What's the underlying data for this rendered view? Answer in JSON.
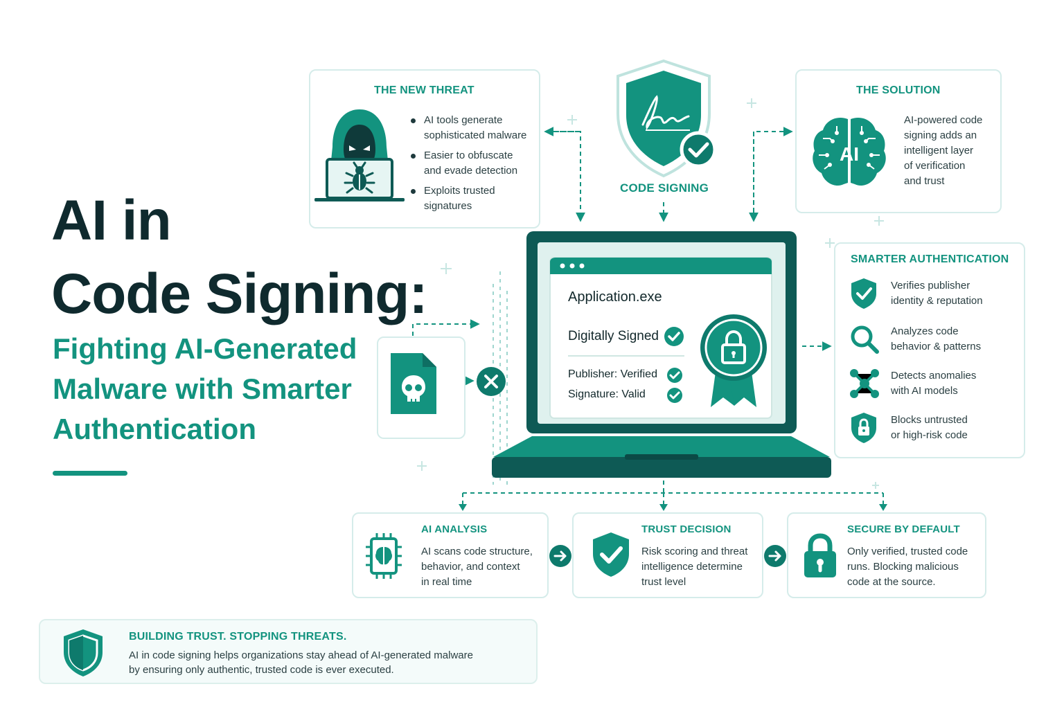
{
  "hero": {
    "title_line1": "AI in",
    "title_line2": "Code Signing:",
    "subtitle_line1": "Fighting AI-Generated",
    "subtitle_line2": "Malware with Smarter",
    "subtitle_line3": "Authentication"
  },
  "threat": {
    "title": "THE NEW THREAT",
    "bullets": [
      [
        "AI tools generate",
        "sophisticated malware"
      ],
      [
        "Easier to obfuscate",
        "and evade detection"
      ],
      [
        "Exploits trusted",
        "signatures"
      ]
    ]
  },
  "code_signing": {
    "label": "CODE SIGNING"
  },
  "solution": {
    "title": "THE SOLUTION",
    "brain_label": "AI",
    "lines": [
      "AI-powered code",
      "signing adds an",
      "intelligent layer",
      "of verification",
      "and trust"
    ]
  },
  "laptop": {
    "filename": "Application.exe",
    "signed": "Digitally Signed",
    "publisher": "Publisher: Verified",
    "signature": "Signature: Valid"
  },
  "smarter_auth": {
    "title": "SMARTER AUTHENTICATION",
    "items": [
      {
        "icon": "shield-check-icon",
        "lines": [
          "Verifies publisher",
          "identity & reputation"
        ]
      },
      {
        "icon": "magnifier-icon",
        "lines": [
          "Analyzes code",
          "behavior & patterns"
        ]
      },
      {
        "icon": "network-nodes-icon",
        "lines": [
          "Detects anomalies",
          "with AI models"
        ]
      },
      {
        "icon": "shield-lock-icon",
        "lines": [
          "Blocks untrusted",
          "or high-risk code"
        ]
      }
    ]
  },
  "steps": [
    {
      "title": "AI ANALYSIS",
      "icon": "ai-chip-icon",
      "lines": [
        "AI scans code structure,",
        "behavior, and context",
        "in real time"
      ]
    },
    {
      "title": "TRUST DECISION",
      "icon": "shield-check-icon",
      "lines": [
        "Risk scoring and threat",
        "intelligence determine",
        "trust level"
      ]
    },
    {
      "title": "SECURE BY DEFAULT",
      "icon": "padlock-icon",
      "lines": [
        "Only verified, trusted code",
        "runs. Blocking malicious",
        "code at the source."
      ]
    }
  ],
  "banner": {
    "title": "BUILDING TRUST. STOPPING THREATS.",
    "line1": "AI in code signing helps organizations stay ahead of AI-generated malware",
    "line2": "by ensuring only authentic, trusted code is ever executed."
  },
  "colors": {
    "accent": "#13937f",
    "dark": "#0f2a2e",
    "deep_teal": "#0e5a55",
    "light_border": "#d5ecea"
  }
}
